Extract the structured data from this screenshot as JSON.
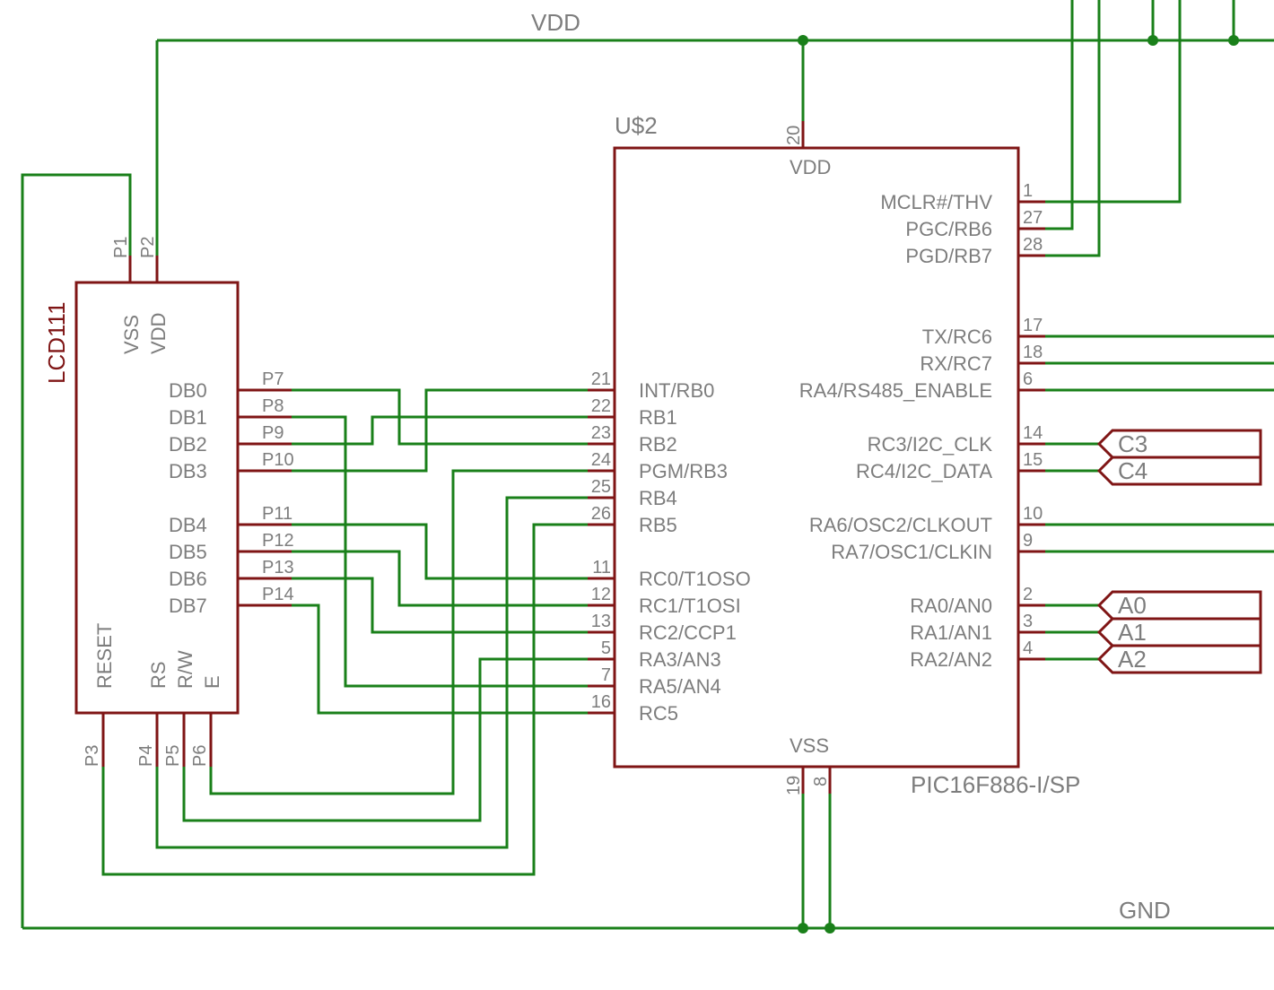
{
  "nets": {
    "vdd": "VDD",
    "gnd": "GND"
  },
  "lcd": {
    "ref": "LCD111",
    "top_pins": [
      {
        "num": "P1",
        "name": "VSS"
      },
      {
        "num": "P2",
        "name": "VDD"
      }
    ],
    "right_pins": [
      {
        "num": "P7",
        "name": "DB0"
      },
      {
        "num": "P8",
        "name": "DB1"
      },
      {
        "num": "P9",
        "name": "DB2"
      },
      {
        "num": "P10",
        "name": "DB3"
      },
      {
        "num": "P11",
        "name": "DB4"
      },
      {
        "num": "P12",
        "name": "DB5"
      },
      {
        "num": "P13",
        "name": "DB6"
      },
      {
        "num": "P14",
        "name": "DB7"
      }
    ],
    "bottom_pins": [
      {
        "num": "P3",
        "name": "RESET"
      },
      {
        "num": "P4",
        "name": "RS"
      },
      {
        "num": "P5",
        "name": "R/W"
      },
      {
        "num": "P6",
        "name": "E"
      }
    ]
  },
  "mcu": {
    "ref": "U$2",
    "value": "PIC16F886-I/SP",
    "top_pin": {
      "num": "20",
      "name": "VDD"
    },
    "bottom_pins": [
      {
        "num": "19",
        "name": "VSS"
      },
      {
        "num": "8",
        "name": ""
      }
    ],
    "left_pins": [
      {
        "num": "21",
        "name": "INT/RB0"
      },
      {
        "num": "22",
        "name": "RB1"
      },
      {
        "num": "23",
        "name": "RB2"
      },
      {
        "num": "24",
        "name": "PGM/RB3"
      },
      {
        "num": "25",
        "name": "RB4"
      },
      {
        "num": "26",
        "name": "RB5"
      },
      {
        "num": "11",
        "name": "RC0/T1OSO"
      },
      {
        "num": "12",
        "name": "RC1/T1OSI"
      },
      {
        "num": "13",
        "name": "RC2/CCP1"
      },
      {
        "num": "5",
        "name": "RA3/AN3"
      },
      {
        "num": "7",
        "name": "RA5/AN4"
      },
      {
        "num": "16",
        "name": "RC5"
      }
    ],
    "right_pins": [
      {
        "num": "1",
        "name": "MCLR#/THV"
      },
      {
        "num": "27",
        "name": "PGC/RB6"
      },
      {
        "num": "28",
        "name": "PGD/RB7"
      },
      {
        "num": "17",
        "name": "TX/RC6"
      },
      {
        "num": "18",
        "name": "RX/RC7"
      },
      {
        "num": "6",
        "name": "RA4/RS485_ENABLE"
      },
      {
        "num": "14",
        "name": "RC3/I2C_CLK"
      },
      {
        "num": "15",
        "name": "RC4/I2C_DATA"
      },
      {
        "num": "10",
        "name": "RA6/OSC2/CLKOUT"
      },
      {
        "num": "9",
        "name": "RA7/OSC1/CLKIN"
      },
      {
        "num": "2",
        "name": "RA0/AN0"
      },
      {
        "num": "3",
        "name": "RA1/AN1"
      },
      {
        "num": "4",
        "name": "RA2/AN2"
      }
    ]
  },
  "ports": [
    "C3",
    "C4",
    "A0",
    "A1",
    "A2"
  ]
}
